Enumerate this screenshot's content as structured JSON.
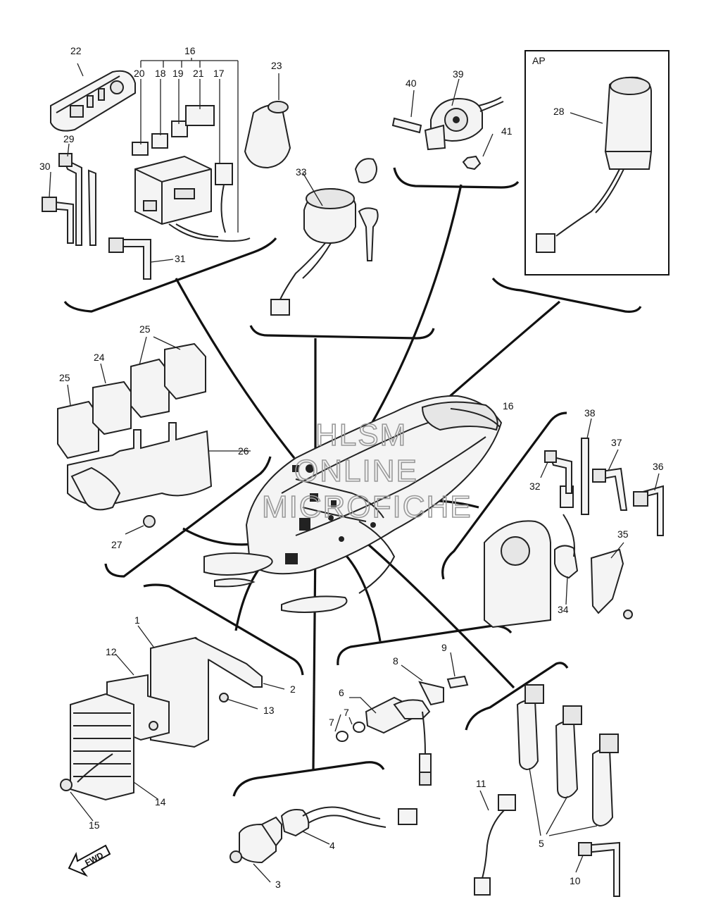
{
  "diagram": {
    "labels": [
      "1",
      "2",
      "3",
      "4",
      "5",
      "6",
      "7",
      "7",
      "8",
      "9",
      "10",
      "11",
      "12",
      "13",
      "14",
      "15",
      "16",
      "16",
      "17",
      "18",
      "19",
      "20",
      "21",
      "22",
      "23",
      "24",
      "25",
      "25",
      "26",
      "27",
      "28",
      "29",
      "30",
      "31",
      "32",
      "33",
      "34",
      "35",
      "36",
      "37",
      "38",
      "39",
      "40",
      "41"
    ],
    "option_box_label": "AP",
    "watermark": [
      "HLSM",
      "ONLINE",
      "MICROFICHE"
    ],
    "fwd_label": "FWD"
  }
}
